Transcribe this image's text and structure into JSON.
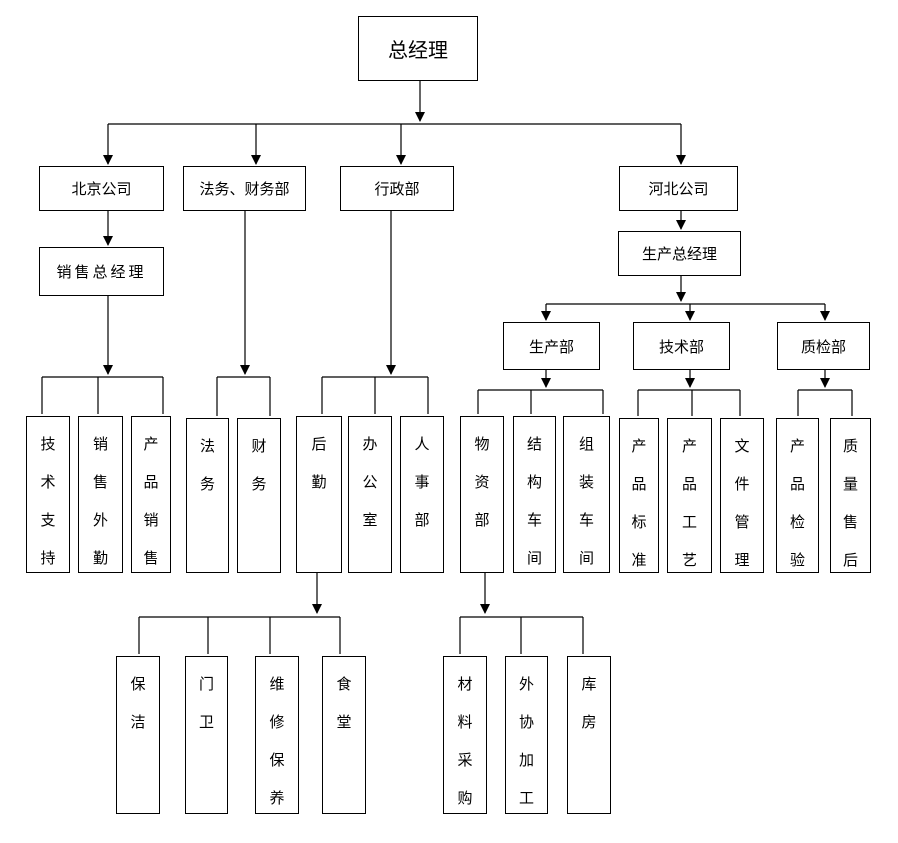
{
  "nodes": {
    "ceo": "总经理",
    "beijing": "北京公司",
    "legal_finance": "法务、财务部",
    "admin": "行政部",
    "hebei": "河北公司",
    "sales_gm": "销售总经理",
    "prod_gm": "生产总经理",
    "production": "生产部",
    "tech": "技术部",
    "qc": "质检部",
    "tech_support": "技术支持",
    "sales_field": "销售外勤",
    "product_sales": "产品销售",
    "legal": "法务",
    "finance": "财务",
    "logistics": "后勤",
    "office": "办公室",
    "hr": "人事部",
    "materials": "物资部",
    "struct_workshop": "结构车间",
    "assembly_workshop": "组装车间",
    "product_standard": "产品标准",
    "product_process": "产品工艺",
    "doc_management": "文件管理",
    "product_inspection": "产品检验",
    "quality_aftersales": "质量售后",
    "cleaning": "保洁",
    "guard": "门卫",
    "maintenance": "维修保养",
    "canteen": "食堂",
    "material_purchase": "材料采购",
    "outsourcing": "外协加工",
    "warehouse": "库房"
  }
}
